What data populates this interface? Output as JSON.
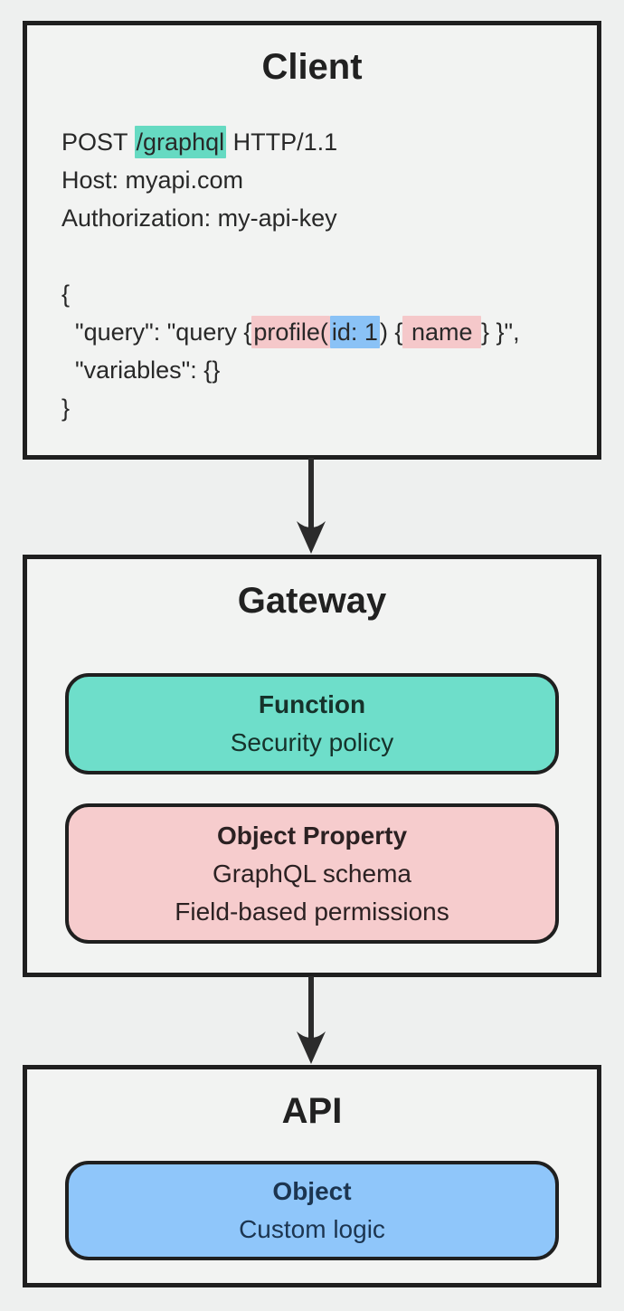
{
  "client": {
    "title": "Client",
    "request": {
      "post_prefix": "POST ",
      "post_path": "/graphql",
      "post_suffix": " HTTP/1.1",
      "host": "Host: myapi.com",
      "authorization": "Authorization: my-api-key"
    },
    "body": {
      "open_brace": "{",
      "query": {
        "s1": "  \"query\": \"query {",
        "s2_pink": "profile(",
        "s3_blue": "id: 1",
        "s4": ") {",
        "s5_pink": " name ",
        "s6": "} }\","
      },
      "variables": "  \"variables\": {}",
      "close_brace": "}"
    }
  },
  "gateway": {
    "title": "Gateway",
    "function_box": {
      "title": "Function",
      "line1": "Security policy"
    },
    "object_property_box": {
      "title": "Object Property",
      "line1": "GraphQL schema",
      "line2": "Field-based permissions"
    }
  },
  "api": {
    "title": "API",
    "object_box": {
      "title": "Object",
      "line1": "Custom logic"
    }
  },
  "colors": {
    "background": "#eef0ef",
    "box_fill": "#f2f3f2",
    "border": "#1f1f1f",
    "teal_highlight": "#66dac2",
    "pink_highlight": "#f5c8ca",
    "blue_highlight": "#8ac2f6",
    "function_fill": "#6edeca",
    "object_property_fill": "#f6cccd",
    "object_fill": "#8fc6fa"
  }
}
